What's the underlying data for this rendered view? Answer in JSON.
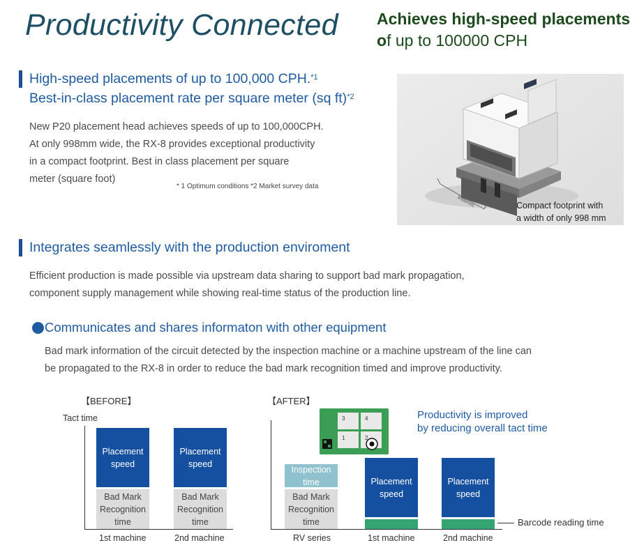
{
  "page": {
    "title": "Productivity Connected",
    "hero_line1": "Achieves high-speed placements",
    "hero_line2_first": "o",
    "hero_line2_rest": "f up to 100000 CPH"
  },
  "section1": {
    "title_line1": "High-speed placements of up to 100,000 CPH.",
    "title_line1_sup": "*1",
    "title_line2": "Best-in-class placement rate per square meter (sq ft)",
    "title_line2_sup": "*2",
    "body": [
      "New P20 placement head achieves speeds of up to 100,000CPH.",
      "At only 998mm wide, the RX-8 provides exceptional productivity",
      "in a compact footprint.  Best in class placement per square",
      "meter (square foot)"
    ],
    "footnote": "* 1 Optimum conditions    *2 Market survey data"
  },
  "photo": {
    "dimension_label": "998mm",
    "caption_line1": "Compact footprint with",
    "caption_line2": "a width of only 998 mm"
  },
  "section2": {
    "title": "Integrates seamlessly with the production enviroment",
    "body": [
      "Efficient production is made possible via upstream data sharing to support bad mark propagation,",
      "component supply management while showing real-time status of the production line."
    ]
  },
  "section3": {
    "title": "Communicates and shares informaton with other equipment",
    "body": [
      "Bad mark information of the circuit detected by the inspection machine or a machine upstream of the line can",
      "be propagated to the RX-8 in order to reduce the bad mark recognition timed and improve productivity."
    ]
  },
  "diagram": {
    "before_label": "【BEFORE】",
    "after_label": "【AFTER】",
    "y_axis_label": "Tact time",
    "placement_line1": "Placement",
    "placement_line2": "speed",
    "badmark_line1": "Bad Mark",
    "badmark_line2": "Recognition",
    "badmark_line3": "time",
    "inspection_line1": "Inspection",
    "inspection_line2": "time",
    "machine1": "1st machine",
    "machine2": "2nd machine",
    "rv_series": "RV series",
    "barcode_label": "Barcode reading time",
    "productivity_line1": "Productivity is improved",
    "productivity_line2": "by reducing overall tact time",
    "board_cells": [
      "3",
      "4",
      "1",
      "2"
    ]
  },
  "colors": {
    "title": "#1d4f64",
    "heading_green": "#1c4a1c",
    "accent_blue": "#1f5ba1",
    "bar_blue": "#1550a0",
    "bad_mark_grey": "#dcdcdc",
    "inspection_teal": "#8fc1cf",
    "barcode_green": "#34a472",
    "board_green": "#3b9e55"
  }
}
